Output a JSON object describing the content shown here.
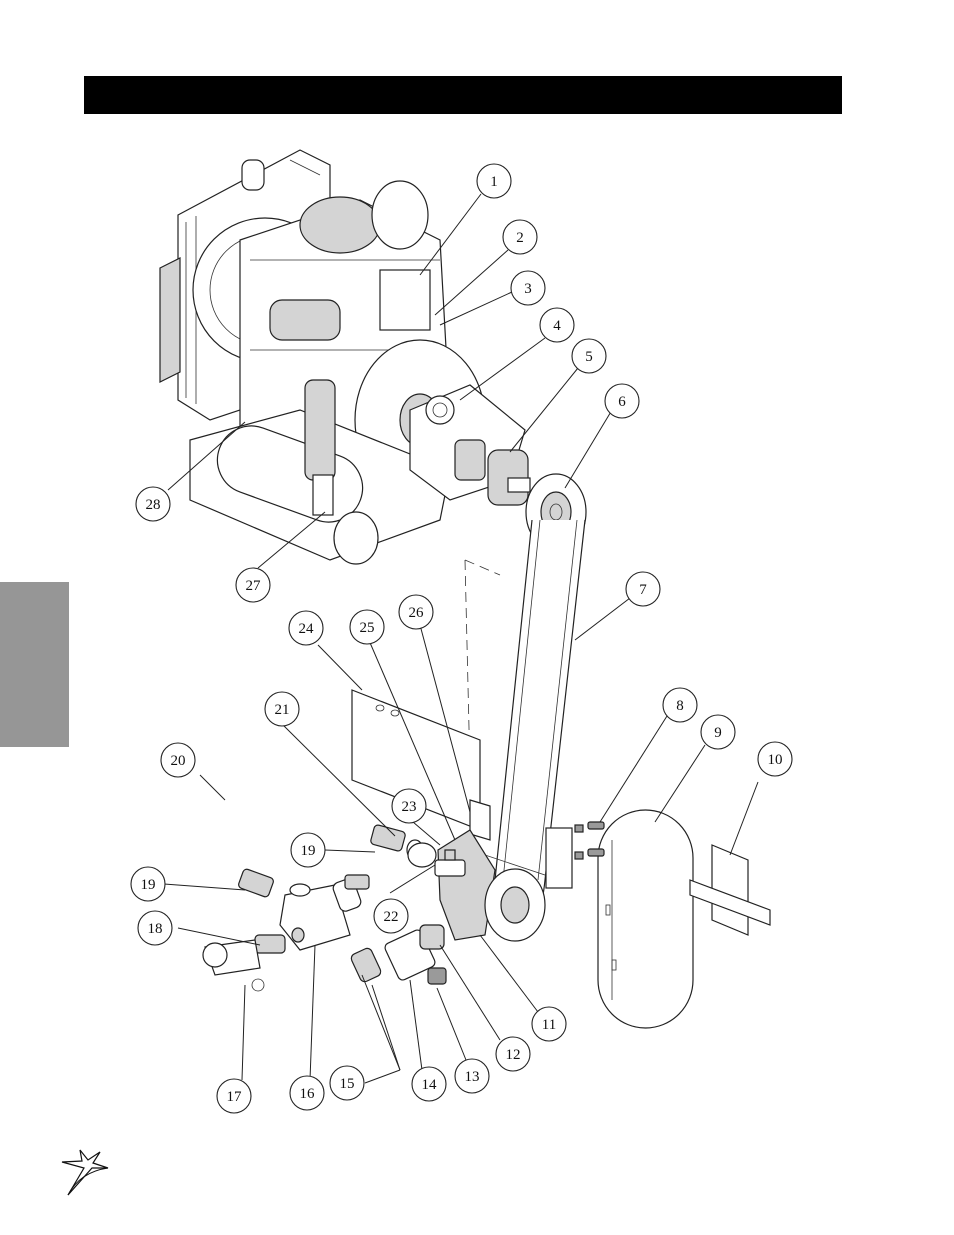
{
  "page": {
    "header_text": "",
    "side_tab_text": ""
  },
  "colors": {
    "header_bar": "#000000",
    "side_tab": "#969696",
    "line": "#222222"
  },
  "icons": {
    "logo": "star-swoosh-logo-icon"
  },
  "callouts": [
    {
      "id": "1",
      "label": "1"
    },
    {
      "id": "2",
      "label": "2"
    },
    {
      "id": "3",
      "label": "3"
    },
    {
      "id": "4",
      "label": "4"
    },
    {
      "id": "5",
      "label": "5"
    },
    {
      "id": "6",
      "label": "6"
    },
    {
      "id": "7",
      "label": "7"
    },
    {
      "id": "8",
      "label": "8"
    },
    {
      "id": "9",
      "label": "9"
    },
    {
      "id": "10",
      "label": "10"
    },
    {
      "id": "11",
      "label": "11"
    },
    {
      "id": "12",
      "label": "12"
    },
    {
      "id": "13",
      "label": "13"
    },
    {
      "id": "14",
      "label": "14"
    },
    {
      "id": "15",
      "label": "15"
    },
    {
      "id": "16",
      "label": "16"
    },
    {
      "id": "17",
      "label": "17"
    },
    {
      "id": "18",
      "label": "18"
    },
    {
      "id": "19a",
      "label": "19"
    },
    {
      "id": "19b",
      "label": "19"
    },
    {
      "id": "20",
      "label": "20"
    },
    {
      "id": "21",
      "label": "21"
    },
    {
      "id": "22",
      "label": "22"
    },
    {
      "id": "23",
      "label": "23"
    },
    {
      "id": "24",
      "label": "24"
    },
    {
      "id": "25",
      "label": "25"
    },
    {
      "id": "26",
      "label": "26"
    },
    {
      "id": "27",
      "label": "27"
    },
    {
      "id": "28",
      "label": "28"
    }
  ]
}
